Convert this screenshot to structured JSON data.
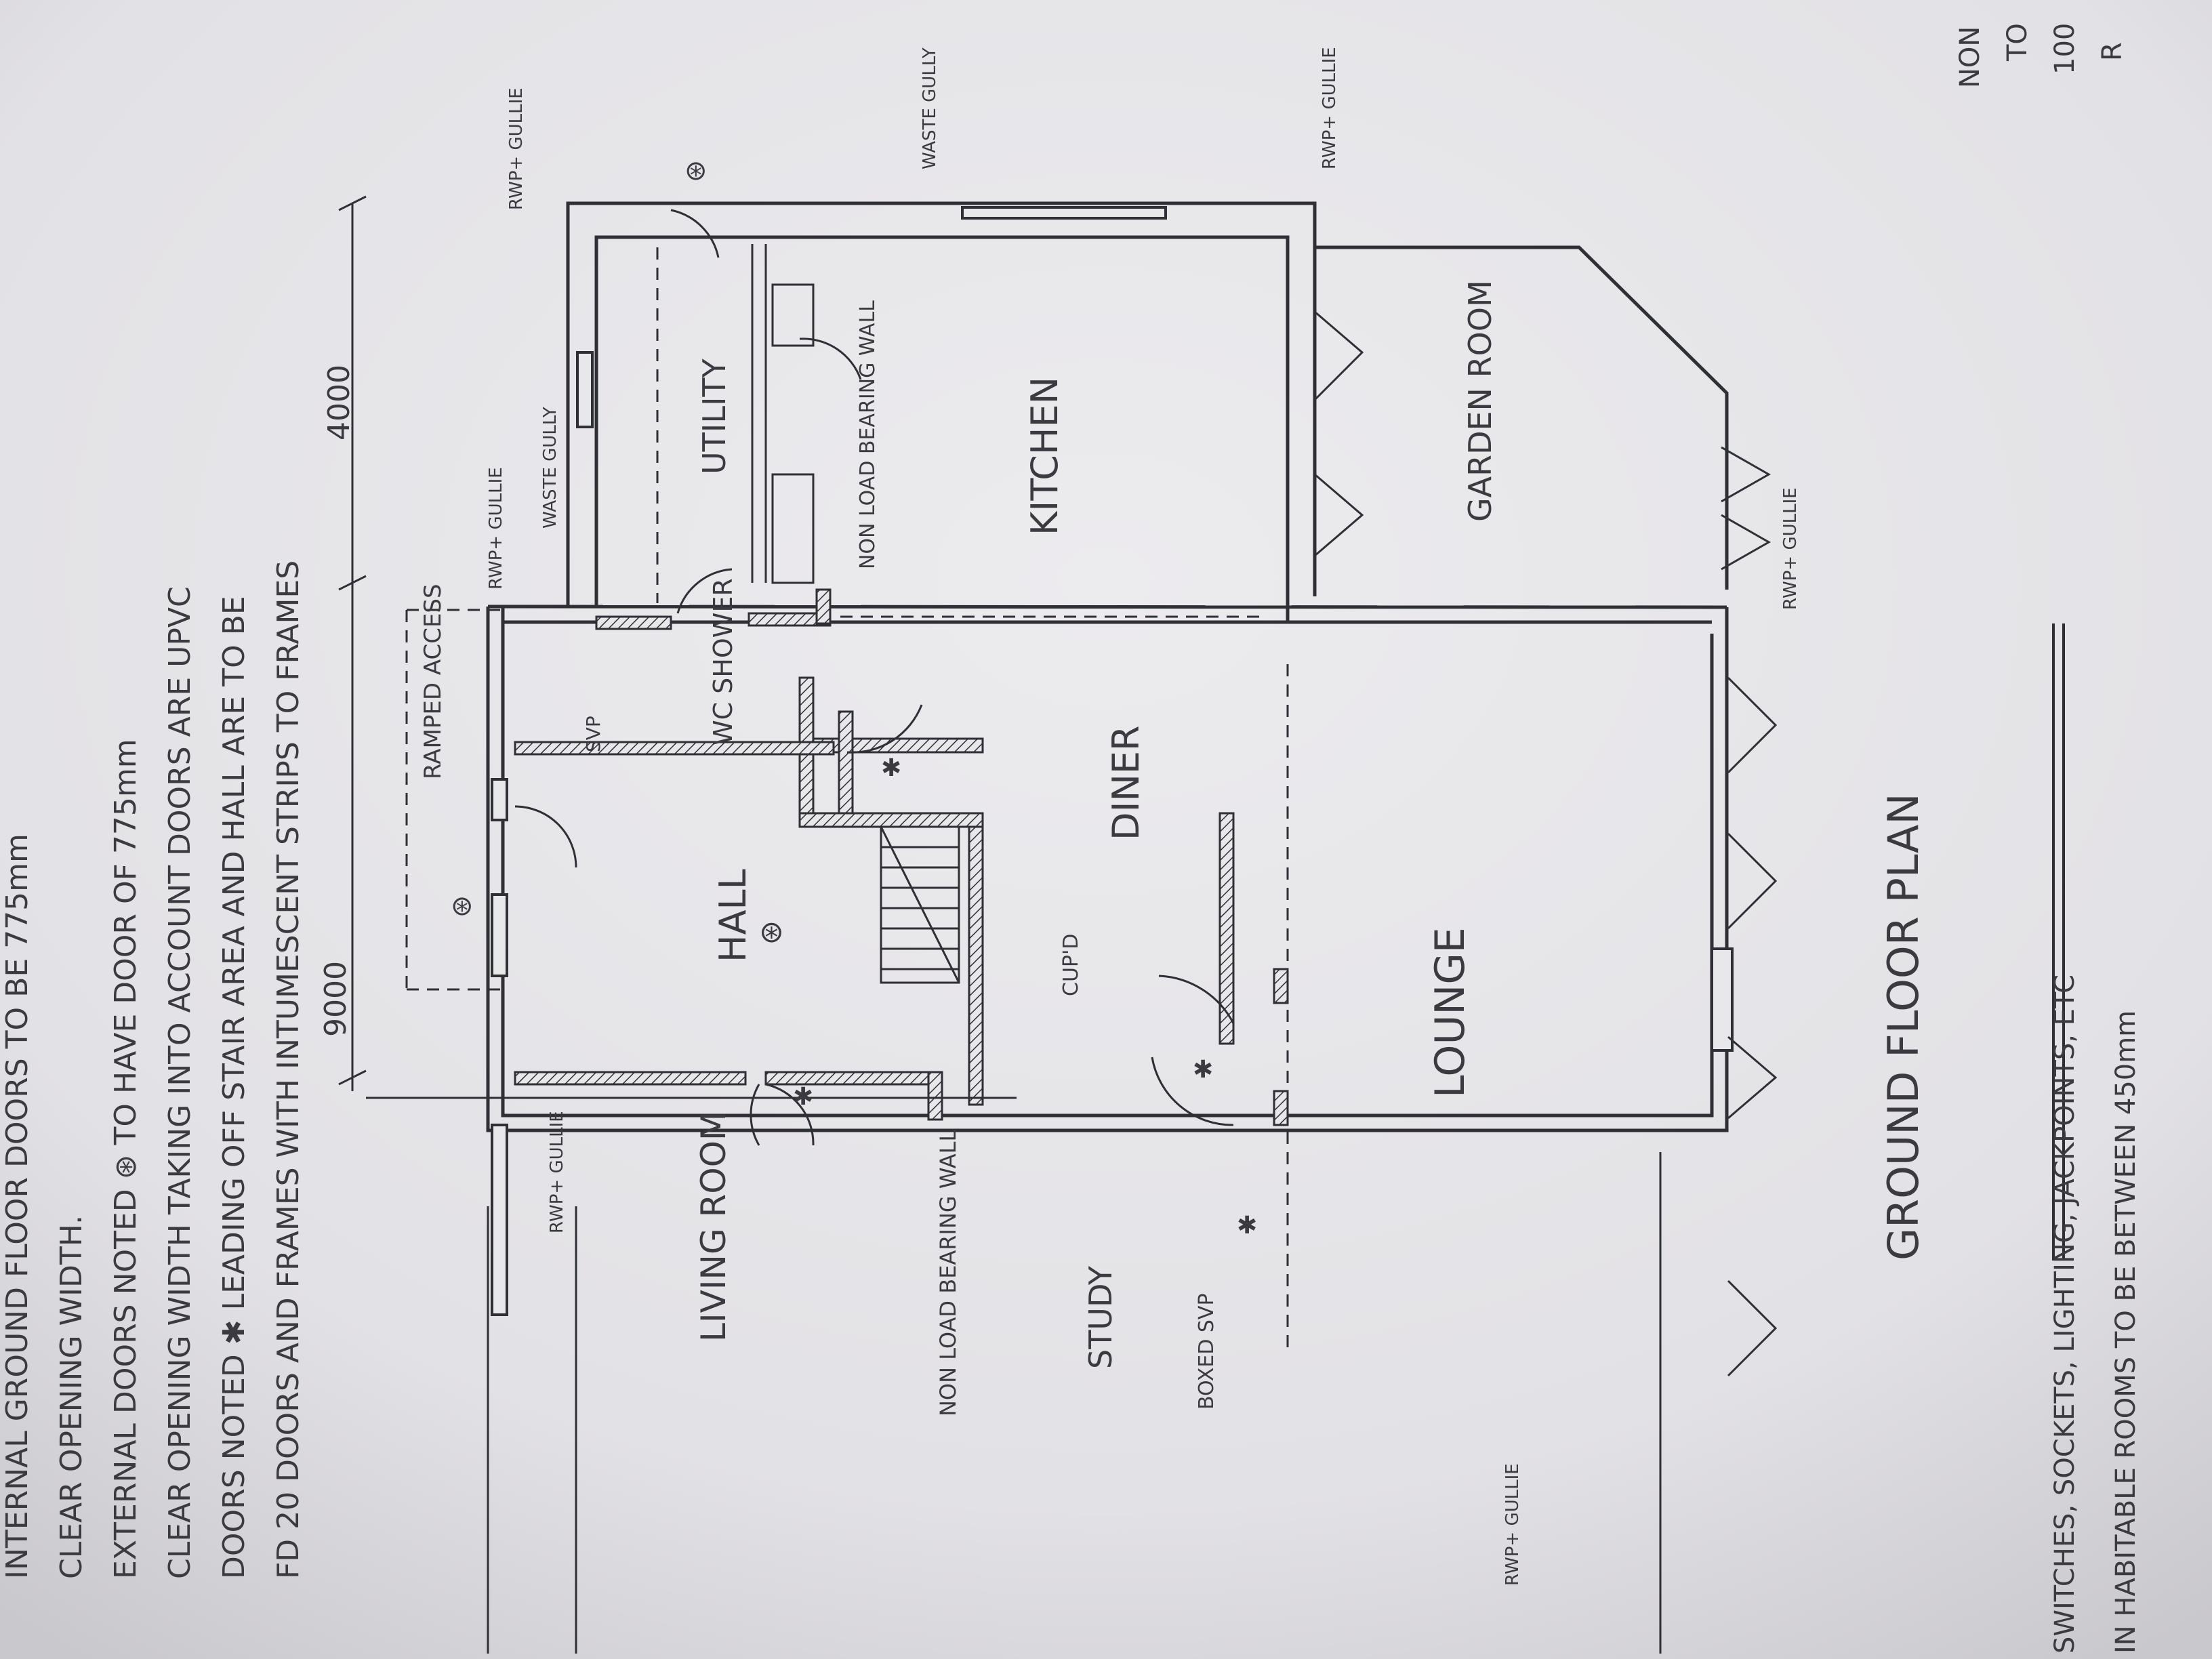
{
  "drawing": {
    "title": "GROUND FLOOR PLAN",
    "rooms": {
      "living_room": "LIVING ROOM",
      "hall": "HALL",
      "diner": "DINER",
      "lounge": "LOUNGE",
      "kitchen": "KITCHEN",
      "utility": "UTILITY",
      "garden_room": "GARDEN ROOM",
      "study": "STUDY",
      "wc_shower": "WC SHOWER"
    },
    "labels": {
      "ramped_access": "RAMPED ACCESS",
      "svp": "SVP",
      "boxed_svp": "BOXED SVP",
      "cupd": "CUP'D",
      "non_load_bearing_wall_1": "NON LOAD BEARING WALL",
      "non_load_bearing_wall_2": "NON LOAD BEARING WALL",
      "waste_gully_top": "WASTE GULLY",
      "waste_gully_side": "WASTE GULLY",
      "rwp_gully_1": "RWP+ GULLIE",
      "rwp_gully_2": "RWP+ GULLIE",
      "rwp_gully_3": "RWP+ GULLIE",
      "rwp_gully_4": "RWP+ GULLIE",
      "rwp_gully_5": "RWP+ GULLIE",
      "rwp_gully_6": "RWP+ GULLIE"
    },
    "dimensions": {
      "overall": "9000",
      "rear": "4000"
    },
    "notes": [
      "INTERNAL GROUND FLOOR DOORS TO BE 775mm",
      "CLEAR OPENING WIDTH.",
      "EXTERNAL DOORS NOTED ⊛ TO HAVE DOOR OF 775mm",
      "CLEAR OPENING WIDTH TAKING INTO ACCOUNT DOORS ARE UPVC",
      "DOORS NOTED ✱ LEADING OFF STAIR AREA AND HALL ARE TO BE",
      "FD 20 DOORS AND FRAMES WITH INTUMESCENT STRIPS TO FRAMES"
    ],
    "bottom_note": [
      "SWITCHES, SOCKETS, LIGHTING, JACKPOINTS, ETC",
      "IN HABITABLE ROOMS TO BE BETWEEN 450mm"
    ],
    "corner_fragments": [
      "NON",
      "TO",
      "100",
      "R"
    ],
    "symbols": {
      "external_door": "⊛",
      "fire_door": "✱"
    },
    "colors": {
      "paper": "#e6e5e8",
      "ink": "#2f2f36"
    }
  }
}
